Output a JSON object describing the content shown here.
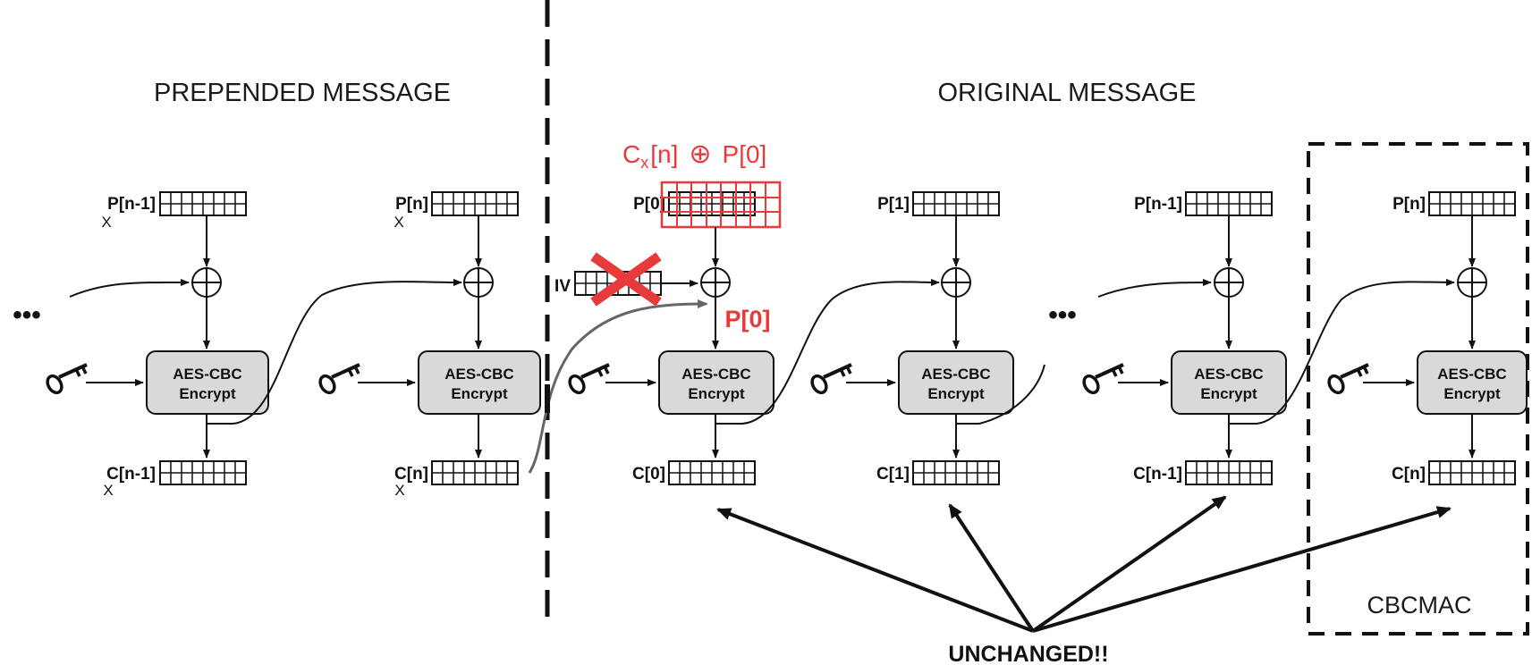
{
  "sections": {
    "prepended": "PREPENDED MESSAGE",
    "original": "ORIGINAL MESSAGE"
  },
  "stage_box": {
    "line1": "AES-CBC",
    "line2": "Encrypt"
  },
  "prepended_stages": [
    {
      "plain": "P[n-1]",
      "cipher": "C[n-1]",
      "subscript": "X"
    },
    {
      "plain": "P[n]",
      "cipher": "C[n]",
      "subscript": "X"
    }
  ],
  "original_stages": [
    {
      "plain": "P[0]",
      "cipher": "C[0]"
    },
    {
      "plain": "P[1]",
      "cipher": "C[1]"
    },
    {
      "plain": "P[n-1]",
      "cipher": "C[n-1]"
    },
    {
      "plain": "P[n]",
      "cipher": "C[n]"
    }
  ],
  "iv_label": "IV",
  "ellipsis": "•••",
  "red_annotation": {
    "prefix": "C",
    "subscript": "x",
    "suffix": "[n]",
    "operator": "⊕",
    "tail": "P[0]"
  },
  "red_p0": "P[0]",
  "unchanged_label": "UNCHANGED!!",
  "cbcmac_label": "CBCMAC",
  "colors": {
    "accent_red": "#e8393b",
    "box_fill": "#d9d9d9",
    "ink": "#111111"
  }
}
